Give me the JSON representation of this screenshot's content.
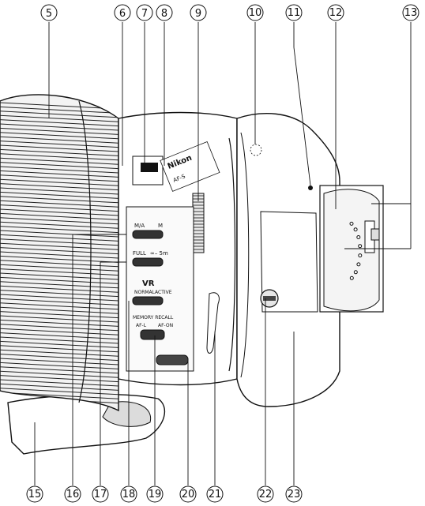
{
  "callouts": {
    "top": [
      "5",
      "6",
      "7",
      "8",
      "9",
      "10",
      "11",
      "12",
      "13"
    ],
    "bottom": [
      "15",
      "16",
      "17",
      "18",
      "19",
      "20",
      "21",
      "22",
      "23"
    ]
  },
  "switch_labels": {
    "focus_mode_a": "M/A",
    "focus_mode_b": "M",
    "focus_limit_a": "FULL",
    "focus_limit_b": "∞– 5m",
    "vr_title": "VR",
    "vr_mode_a": "NORMAL",
    "vr_mode_b": "ACTIVE",
    "memory_title": "MEMORY  RECALL",
    "memory_a": "AF-L",
    "memory_b": "AF-ON"
  },
  "lens_text": {
    "brand": "Nikon",
    "model": "AF-S"
  }
}
